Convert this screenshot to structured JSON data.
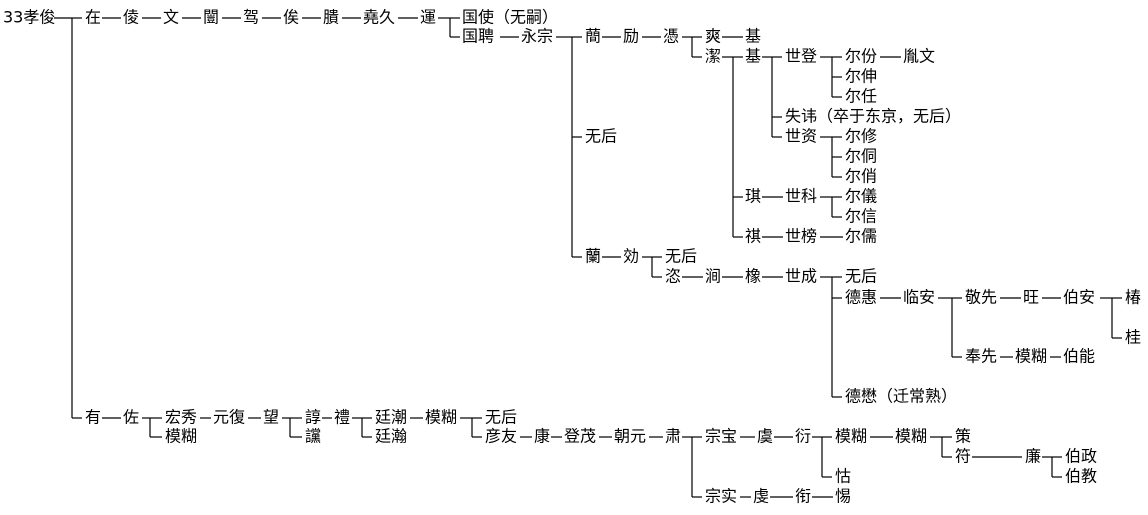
{
  "line_color": "#000000",
  "background_color": "#ffffff",
  "nodes": {
    "root": "33孝俊",
    "zai": "在",
    "ling": "倰",
    "wen": "文",
    "kai": "闓",
    "jia": "驾",
    "si": "俟",
    "hui": "膭",
    "yaojiu": "堯久",
    "yun": "運",
    "guoshi": "国使（无嗣）",
    "guopin": "国聘",
    "yongzong": "永宗",
    "xuan": "蕳",
    "li": "励",
    "ping": "憑",
    "shuang": "爽",
    "ji1": "基",
    "jie": "潔",
    "ji2": "基",
    "shideng": "世登",
    "erfen": "尔份",
    "yinwen": "胤文",
    "ershen": "尔伸",
    "erren": "尔任",
    "shiwei": "失讳（卒于东京，无后）",
    "shizi": "世资",
    "erxiu": "尔修",
    "ertong": "尔侗",
    "erxiao": "尔俏",
    "qi": "琪",
    "shike": "世科",
    "eryi": "尔儀",
    "erxin": "尔信",
    "qi2": "祺",
    "shibang": "世榜",
    "erru": "尔儒",
    "wuhou1": "无后",
    "lan": "蘭",
    "xiao": "効",
    "wuhou2": "无后",
    "tian": "恣",
    "jian": "涧",
    "xiang": "橡",
    "shicheng": "世成",
    "wuhou3": "无后",
    "dehui": "德惠",
    "linan": "临安",
    "jingxian": "敬先",
    "wang": "旺",
    "boan": "伯安",
    "chun": "椿",
    "gui": "桂",
    "fengxian": "奉先",
    "mohu1": "模糊",
    "boneng": "伯能",
    "deyu": "德懋（迁常熟）",
    "you": "有",
    "zuo": "佐",
    "hongxiu": "宏秀",
    "yuanfu": "元復",
    "wang2": "望",
    "chun2": "諄",
    "li2": "禮",
    "tingchao": "廷潮",
    "mohu2": "模糊",
    "wuhou4": "无后",
    "mohu3": "模糊",
    "dang": "讜",
    "tinghan": "廷瀚",
    "yanyou": "彦友",
    "kang": "康",
    "dengmao": "登茂",
    "chaoyuan": "朝元",
    "su": "肃",
    "zongbao": "宗宝",
    "yu": "虞",
    "yan": "衍",
    "mohu4": "模糊",
    "mohu5": "模糊",
    "ce": "策",
    "fu": "符",
    "lian": "廉",
    "bozheng": "伯政",
    "bojiao": "伯教",
    "hu": "怙",
    "zongshi": "宗实",
    "qian": "虔",
    "xian": "衔",
    "yang": "惕"
  }
}
